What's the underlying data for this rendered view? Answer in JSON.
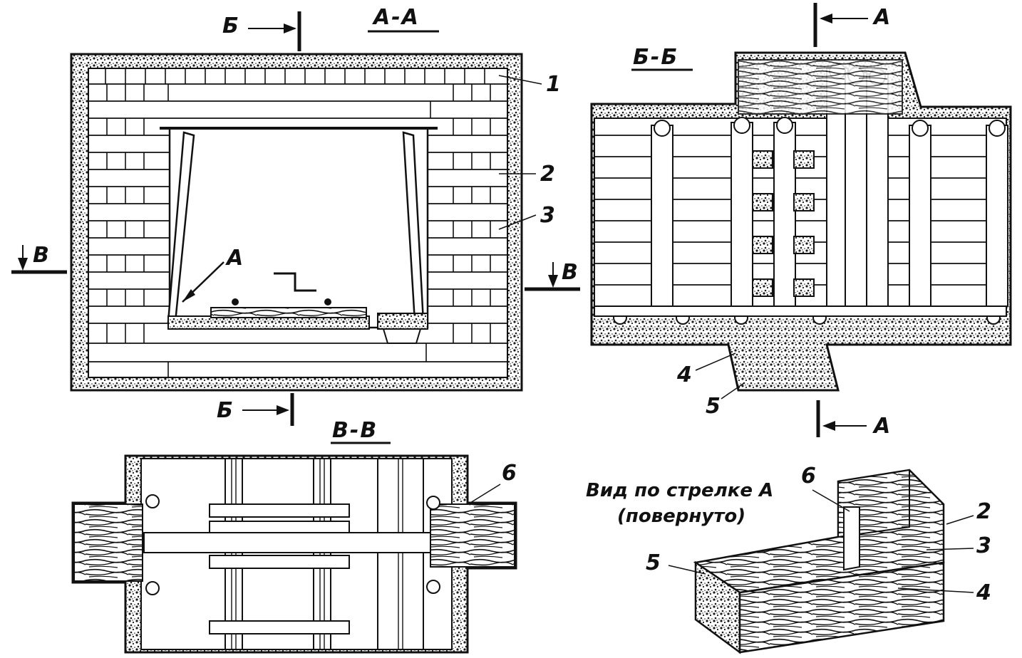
{
  "sections": {
    "aa": "А-А",
    "bb": "Б-Б",
    "vv": "В-В"
  },
  "cut_marks": {
    "b_top": "Б",
    "b_bottom": "Б",
    "v_left": "В",
    "v_right": "В",
    "a_top": "А",
    "a_bottom": "А",
    "a_arrow": "А"
  },
  "callouts": {
    "n1": "1",
    "n2": "2",
    "n3": "3",
    "n4": "4",
    "n5": "5",
    "n6_vv": "6",
    "n6_view": "6",
    "n2_view": "2",
    "n3_view": "3",
    "n4_view": "4",
    "n5_view": "5"
  },
  "view_caption": {
    "line1": "Вид по стрелке А",
    "line2": "(повернуто)"
  },
  "colors": {
    "ink": "#111111",
    "paper": "#ffffff",
    "fill": "#2a2a2a"
  }
}
